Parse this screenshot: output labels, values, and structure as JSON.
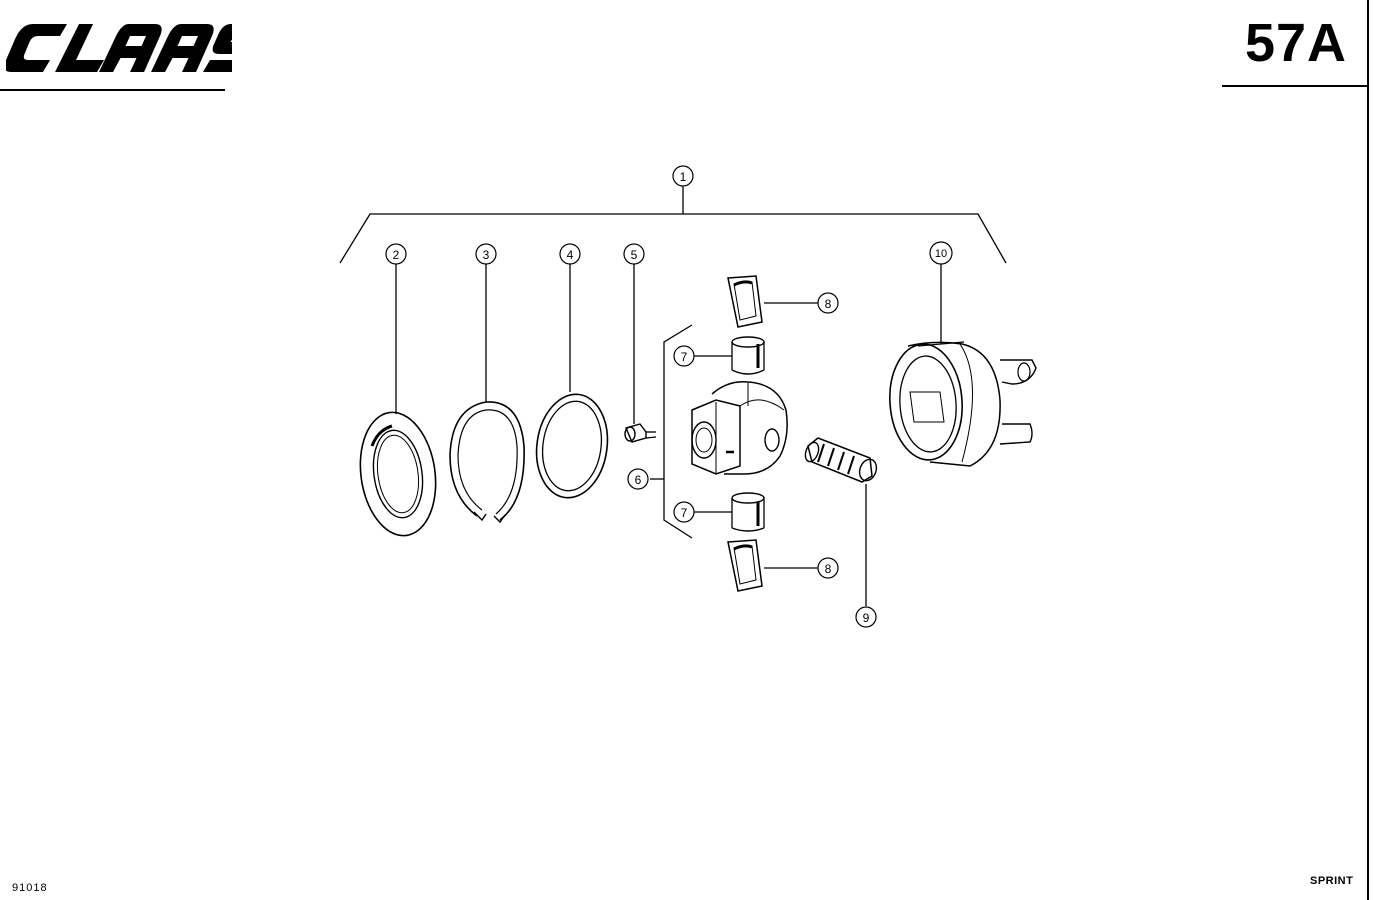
{
  "header": {
    "brand_logo": "CLAAS",
    "page_number": "57A"
  },
  "footer": {
    "drawing_number": "91018",
    "model": "SPRINT"
  },
  "callouts": {
    "c1": "1",
    "c2": "2",
    "c3": "3",
    "c4": "4",
    "c5": "5",
    "c6": "6",
    "c7a": "7",
    "c7b": "7",
    "c8a": "8",
    "c8b": "8",
    "c9": "9",
    "c10": "10"
  },
  "icons": [
    "brand-logo-icon"
  ],
  "colors": {
    "ink": "#000000",
    "paper": "#ffffff"
  }
}
